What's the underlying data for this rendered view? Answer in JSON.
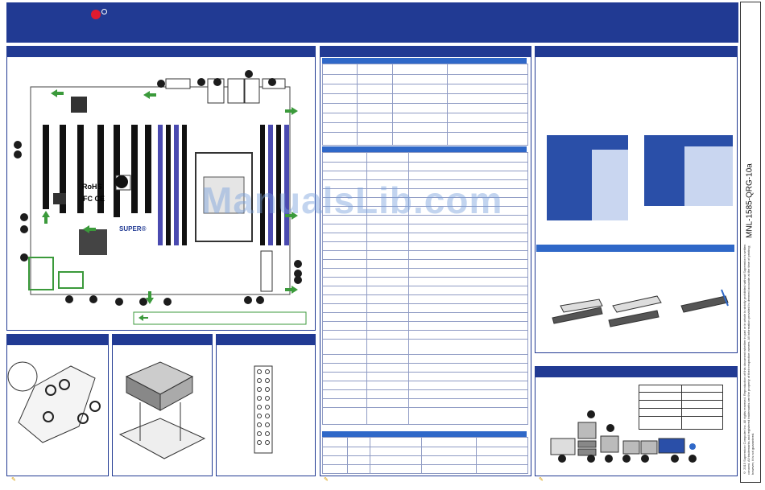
{
  "header": {
    "logo_mark": "®"
  },
  "side": {
    "doc_code": "MNL-1585-QRG-10a",
    "legal_text": "© 2015 Supermicro Computer Inc. All rights reserved. Reproduction of this document whether in part or in whole is strictly prohibited without Supermicro's written consent. All trademarks and registered trademarks are the property of their respective owners. All information provided is deemed accurate at the time of printing; however, it is not guaranteed."
  },
  "board": {
    "brand": "SUPER®",
    "rohs": "RoHS",
    "fcc": "FC CE"
  },
  "watermark": "ManualsLib.com",
  "colors": {
    "header": "#213a93",
    "accent": "#2f68c8",
    "arrow": "#3b9a3b",
    "alert": "#e01b2f"
  },
  "icons": {
    "warning": "pencil-note-icon",
    "arrow": "green-arrow-icon"
  }
}
